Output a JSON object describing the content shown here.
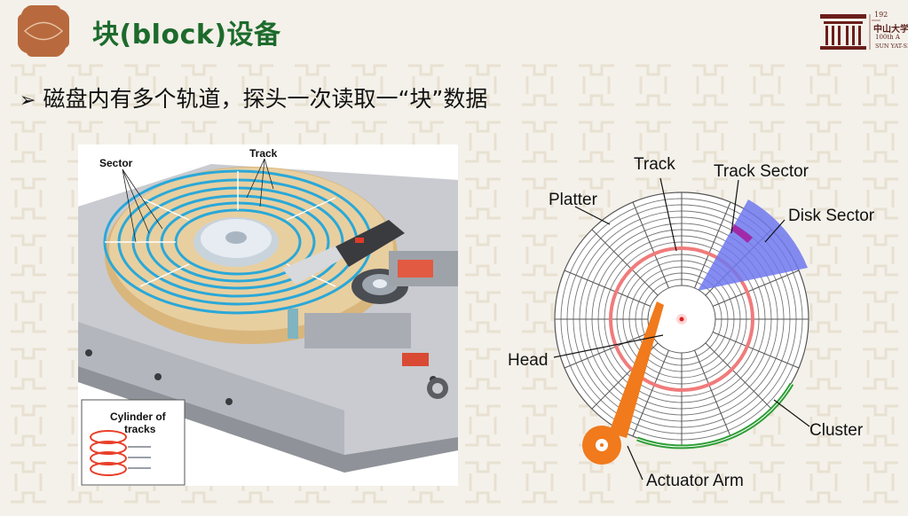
{
  "slide": {
    "title": "块(block)设备",
    "bullet": "磁盘内有多个轨道，探头一次读取一“块”数据"
  },
  "logo": {
    "year": "192",
    "name_cn": "中山大学",
    "centennial": "100th A",
    "name_en": "SUN YAT-SE"
  },
  "left_figure": {
    "sector_label": "Sector",
    "track_label": "Track",
    "cylinder_label_line1": "Cylinder of",
    "cylinder_label_line2": "tracks"
  },
  "right_figure": {
    "track": "Track",
    "track_sector": "Track Sector",
    "platter": "Platter",
    "disk_sector": "Disk Sector",
    "head": "Head",
    "cluster": "Cluster",
    "actuator_arm": "Actuator Arm"
  },
  "colors": {
    "title_green": "#1d6b2c",
    "badge_brown": "#b86a3e",
    "logo_maroon": "#6b1e1a",
    "track_red": "#f07b7b",
    "cluster_green": "#2e9e36",
    "sector_blue": "#6f78ee",
    "arm_orange": "#f07a1c"
  },
  "icons": [
    "chinese-knot-badge-icon",
    "arrow-bullet-icon",
    "university-logo-icon"
  ]
}
